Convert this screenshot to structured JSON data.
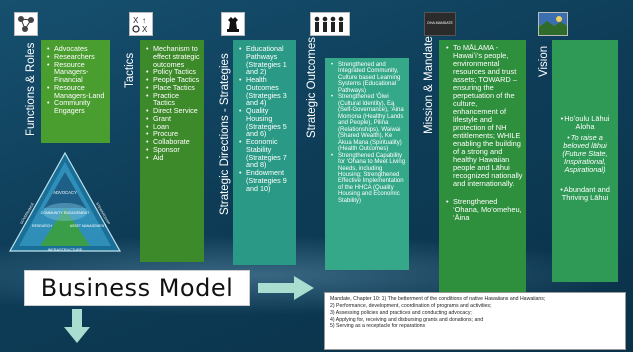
{
  "columns": {
    "functions": {
      "title": "Functions & Roles",
      "items": [
        "Advocates",
        "Researchers",
        "Resource Managers-Financial",
        "Resource Managers-Land",
        "Community Engagers"
      ]
    },
    "tactics": {
      "title": "Tactics",
      "items": [
        "Mechanism to effect strategic outcomes",
        "Policy Tactics",
        "People Tactics",
        "Place Tactics",
        "Practice Tactics",
        "Direct Service",
        "Grant",
        "Loan",
        "Procure",
        "Collaborate",
        "Sponsor",
        "Aid"
      ]
    },
    "strategies": {
      "title": "Strategic Directions - Strategies",
      "items": [
        "Educational Pathways (Strategies 1 and 2)",
        "Health Outcomes (Strategies 3 and 4)",
        "Quality Housing (Strategies 5 and 6)",
        "Economic Stability (Strategies 7 and 8)",
        "Endowment (Strategies 9 and 10)"
      ]
    },
    "outcomes": {
      "title": "Strategic Outcomes",
      "items": [
        "Strengthened and Integrated Community, Culture based Learning Systems (Educational Pathways)",
        "Strengthened ‘Ōiwi (Cultural Identity), Ea (Self-Governance), ‘Āina Momona (Healthy Lands and People), Pilina (Relationships), Waiwai (Shared Wealth), Ke Akua Mana (Spirituality) (Health Outcomes)",
        "Strengthened Capability for ‘Ohana to Meet Living Needs, including Housing; Strengthened Effective Implementation of the HHCA (Quality Housing and Economic Stability)"
      ]
    },
    "mission": {
      "title": "Mission & Mandate",
      "icon_text": "OHA MANDATE",
      "items": [
        "To MĀLAMA - Hawaiʻi’s people, environmental resources and trust assets; TOWARD – ensuring the perpetuation of the culture, enhancement of lifestyle and protection of NH entitlements; WHILE enabling the building of a strong and healthy Hawaiian people and Lāhui recognized nationally and internationally.",
        "Strengthened ‘Ohana, Mo‘omeheu, ‘Āina"
      ]
    },
    "vision": {
      "title": "Vision",
      "items": [
        "Hoʻoulu Lāhui Aloha",
        "To raise a beloved lāhui (Future State, Inspirational, Aspirational)",
        "Abundant and Thriving Lāhui"
      ]
    }
  },
  "triangle": {
    "advocacy": "ADVOCACY",
    "research": "RESEARCH",
    "community": "COMMUNITY ENGAGEMENT",
    "asset": "ASSET MANAGEMENT",
    "infrastructure": "INFRASTRUCTURE",
    "left_side": "GOVERNANCE",
    "right_side": "STEWARDSHIP"
  },
  "business_model": "Business Model",
  "mandate": {
    "lines": [
      "Mandate, Chapter 10:  1) The betterment of the conditions of native Hawaiians and Hawaiians;",
      "2) Performance, development, coordination of programs and activities;",
      "3) Assessing policies and practices and conducting advocacy;",
      "4) Applying for, receiving and disbursing grants and donations; and",
      "5) Serving as a receptacle for reparations"
    ]
  },
  "colors": {
    "green_dark": "#3d8a2a",
    "green_mid": "#4a9d2f",
    "teal_strategy": "#2a9a86",
    "teal_outcome": "#35a88a",
    "green_mission": "#2e8f3c",
    "green_vision": "#2f9a55",
    "arrow": "#a9ddd0"
  },
  "icons": [
    "network-icon",
    "tactics-icon",
    "chess-icon",
    "people-icon",
    "mandate-icon",
    "vision-painting-icon"
  ]
}
